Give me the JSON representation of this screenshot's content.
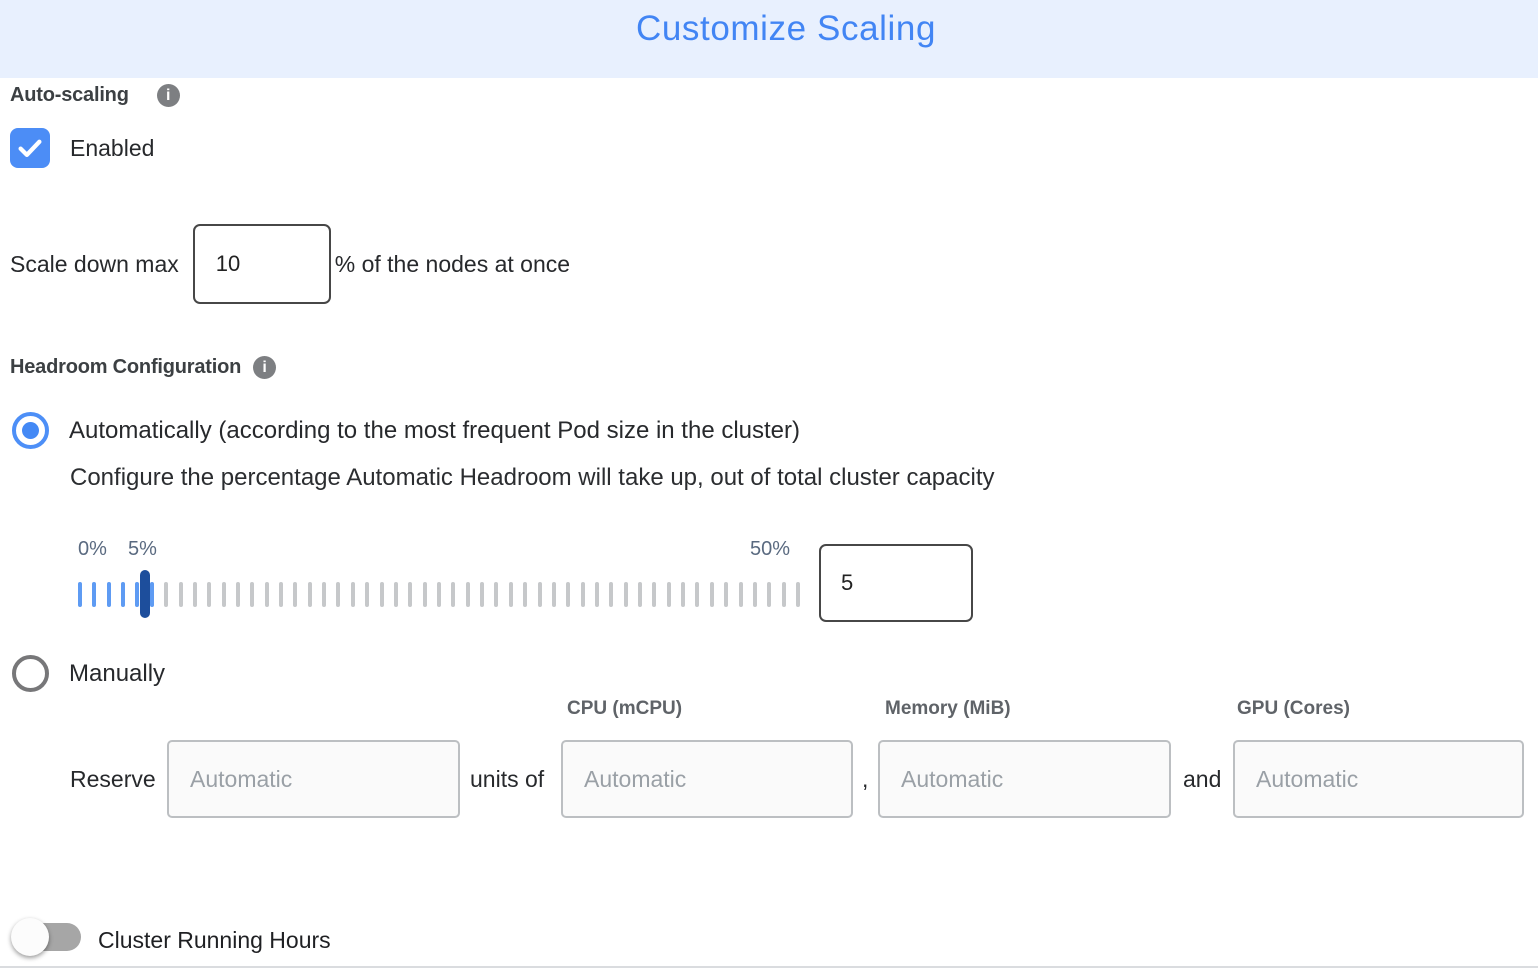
{
  "header": {
    "title": "Customize Scaling"
  },
  "auto_scaling": {
    "label": "Auto-scaling",
    "enabled_label": "Enabled",
    "checked": true
  },
  "scale_down": {
    "label": "Scale down max",
    "value": "10",
    "suffix": "% of the nodes at once"
  },
  "headroom": {
    "label": "Headroom Configuration",
    "automatic_option": {
      "label": "Automatically (according to the most frequent Pod size in the cluster)",
      "selected": true,
      "description": "Configure the percentage Automatic Headroom will take up, out of total cluster capacity"
    },
    "manual_option": {
      "label": "Manually",
      "selected": false
    },
    "slider": {
      "min": 0,
      "max": 50,
      "value": 5,
      "min_label": "0%",
      "value_label": "5%",
      "max_label": "50%",
      "input_value": "5"
    }
  },
  "reserve": {
    "label": "Reserve",
    "separator_units": "units of",
    "separator_comma": ",",
    "separator_and": "and",
    "placeholder": "Automatic",
    "columns": [
      "CPU (mCPU)",
      "Memory (MiB)",
      "GPU (Cores)"
    ]
  },
  "cluster_running_hours": {
    "label": "Cluster Running Hours",
    "enabled": false
  },
  "colors": {
    "header_bg": "#e8f0fe",
    "title_blue": "#4285f4",
    "control_blue": "#4c8df6",
    "slider_tick_blue": "#5e9bf3",
    "slider_handle_blue": "#1d4e9c",
    "tick_gray": "#c6c8ca"
  }
}
